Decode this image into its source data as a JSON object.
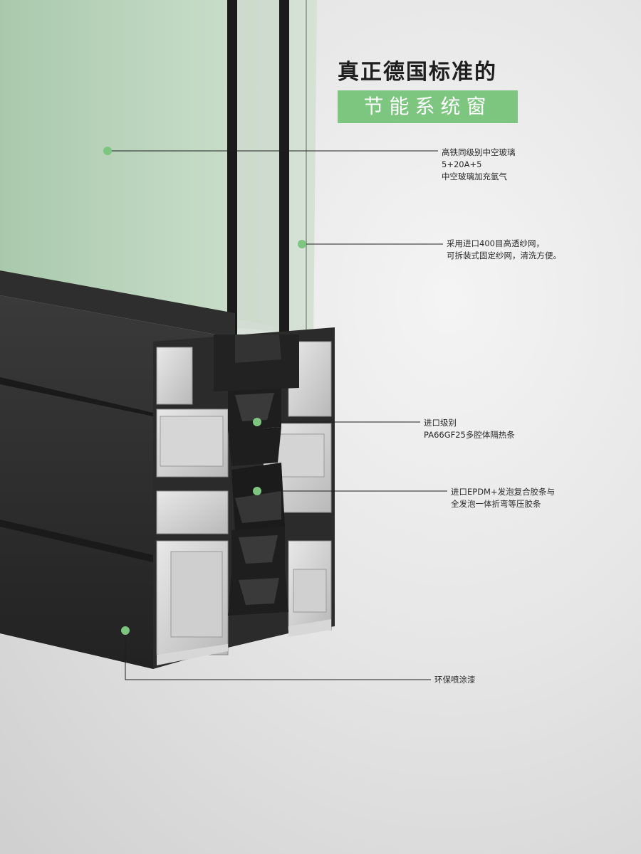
{
  "headline": "真正德国标准的",
  "subtitle": "节能系统窗",
  "accent_color": "#7cc67f",
  "annotations": [
    {
      "lines": [
        "高铁同级别中空玻璃",
        "5+20A+5",
        "中空玻璃加充氩气"
      ]
    },
    {
      "lines": [
        "采用进口400目高透纱网，",
        "可拆装式固定纱网，清洗方便。"
      ]
    },
    {
      "lines": [
        "进口级别",
        "PA66GF25多腔体隔热条"
      ]
    },
    {
      "lines": [
        "进口EPDM+发泡复合胶条与",
        "全发泡一体折弯等压胶条"
      ]
    },
    {
      "lines": [
        "环保喷涂漆"
      ]
    }
  ]
}
